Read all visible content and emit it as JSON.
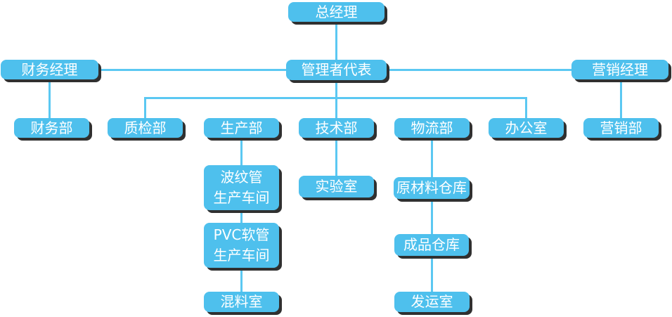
{
  "diagram": {
    "type": "org-chart",
    "description": "Company organization chart"
  },
  "colors": {
    "background": "#ffffff",
    "node_fill": "#4EC0ED",
    "node_text": "#ffffff",
    "connector": "#5BC8F2",
    "shadow": "#303030"
  },
  "nodes": {
    "general_manager": {
      "label": "总经理"
    },
    "management_representative": {
      "label": "管理者代表"
    },
    "finance_manager": {
      "label": "财务经理"
    },
    "marketing_manager": {
      "label": "营销经理"
    },
    "finance_dept": {
      "label": "财务部"
    },
    "quality_dept": {
      "label": "质检部"
    },
    "production_dept": {
      "label": "生产部"
    },
    "technology_dept": {
      "label": "技术部"
    },
    "logistics_dept": {
      "label": "物流部"
    },
    "office": {
      "label": "办公室"
    },
    "marketing_dept": {
      "label": "营销部"
    },
    "corrugated_pipe_workshop": {
      "label": "波纹管\n生产车间"
    },
    "laboratory": {
      "label": "实验室"
    },
    "raw_material_warehouse": {
      "label": "原材料仓库"
    },
    "pvc_hose_workshop": {
      "label": "PVC软管\n生产车间"
    },
    "finished_goods_warehouse": {
      "label": "成品仓库"
    },
    "mixing_room": {
      "label": "混料室"
    },
    "shipping_room": {
      "label": "发运室"
    }
  },
  "edges": [
    [
      "general_manager",
      "management_representative"
    ],
    [
      "management_representative",
      "finance_manager"
    ],
    [
      "management_representative",
      "marketing_manager"
    ],
    [
      "management_representative",
      "quality_dept"
    ],
    [
      "management_representative",
      "production_dept"
    ],
    [
      "management_representative",
      "technology_dept"
    ],
    [
      "management_representative",
      "logistics_dept"
    ],
    [
      "management_representative",
      "office"
    ],
    [
      "finance_manager",
      "finance_dept"
    ],
    [
      "marketing_manager",
      "marketing_dept"
    ],
    [
      "production_dept",
      "corrugated_pipe_workshop"
    ],
    [
      "corrugated_pipe_workshop",
      "pvc_hose_workshop"
    ],
    [
      "pvc_hose_workshop",
      "mixing_room"
    ],
    [
      "technology_dept",
      "laboratory"
    ],
    [
      "logistics_dept",
      "raw_material_warehouse"
    ],
    [
      "raw_material_warehouse",
      "finished_goods_warehouse"
    ],
    [
      "finished_goods_warehouse",
      "shipping_room"
    ]
  ]
}
